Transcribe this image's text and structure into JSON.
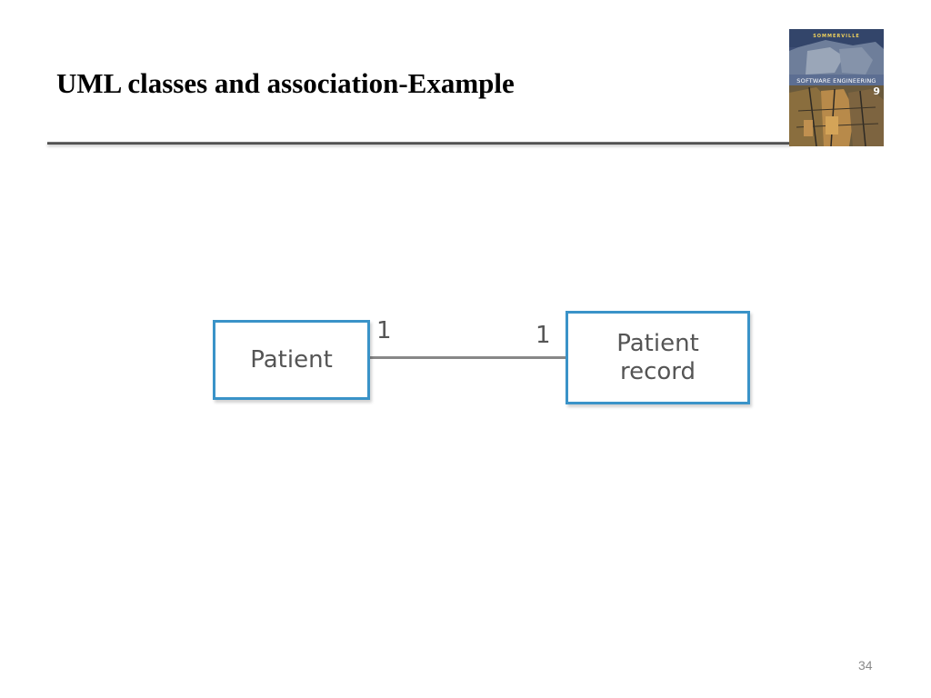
{
  "slide": {
    "title": "UML classes and association-Example",
    "page_number": "34"
  },
  "book_cover": {
    "author": "SOMMERVILLE",
    "subject": "SOFTWARE ENGINEERING",
    "edition": "9"
  },
  "diagram": {
    "classes": [
      {
        "id": "patient",
        "label": "Patient"
      },
      {
        "id": "patient-record",
        "label": "Patient\nrecord"
      }
    ],
    "association": {
      "from": "patient",
      "to": "patient-record",
      "multiplicity_from": "1",
      "multiplicity_to": "1"
    }
  },
  "colors": {
    "class_border": "#3a93c8",
    "class_text": "#555555",
    "association_line": "#888888",
    "title_rule": "#3a3a3a"
  }
}
